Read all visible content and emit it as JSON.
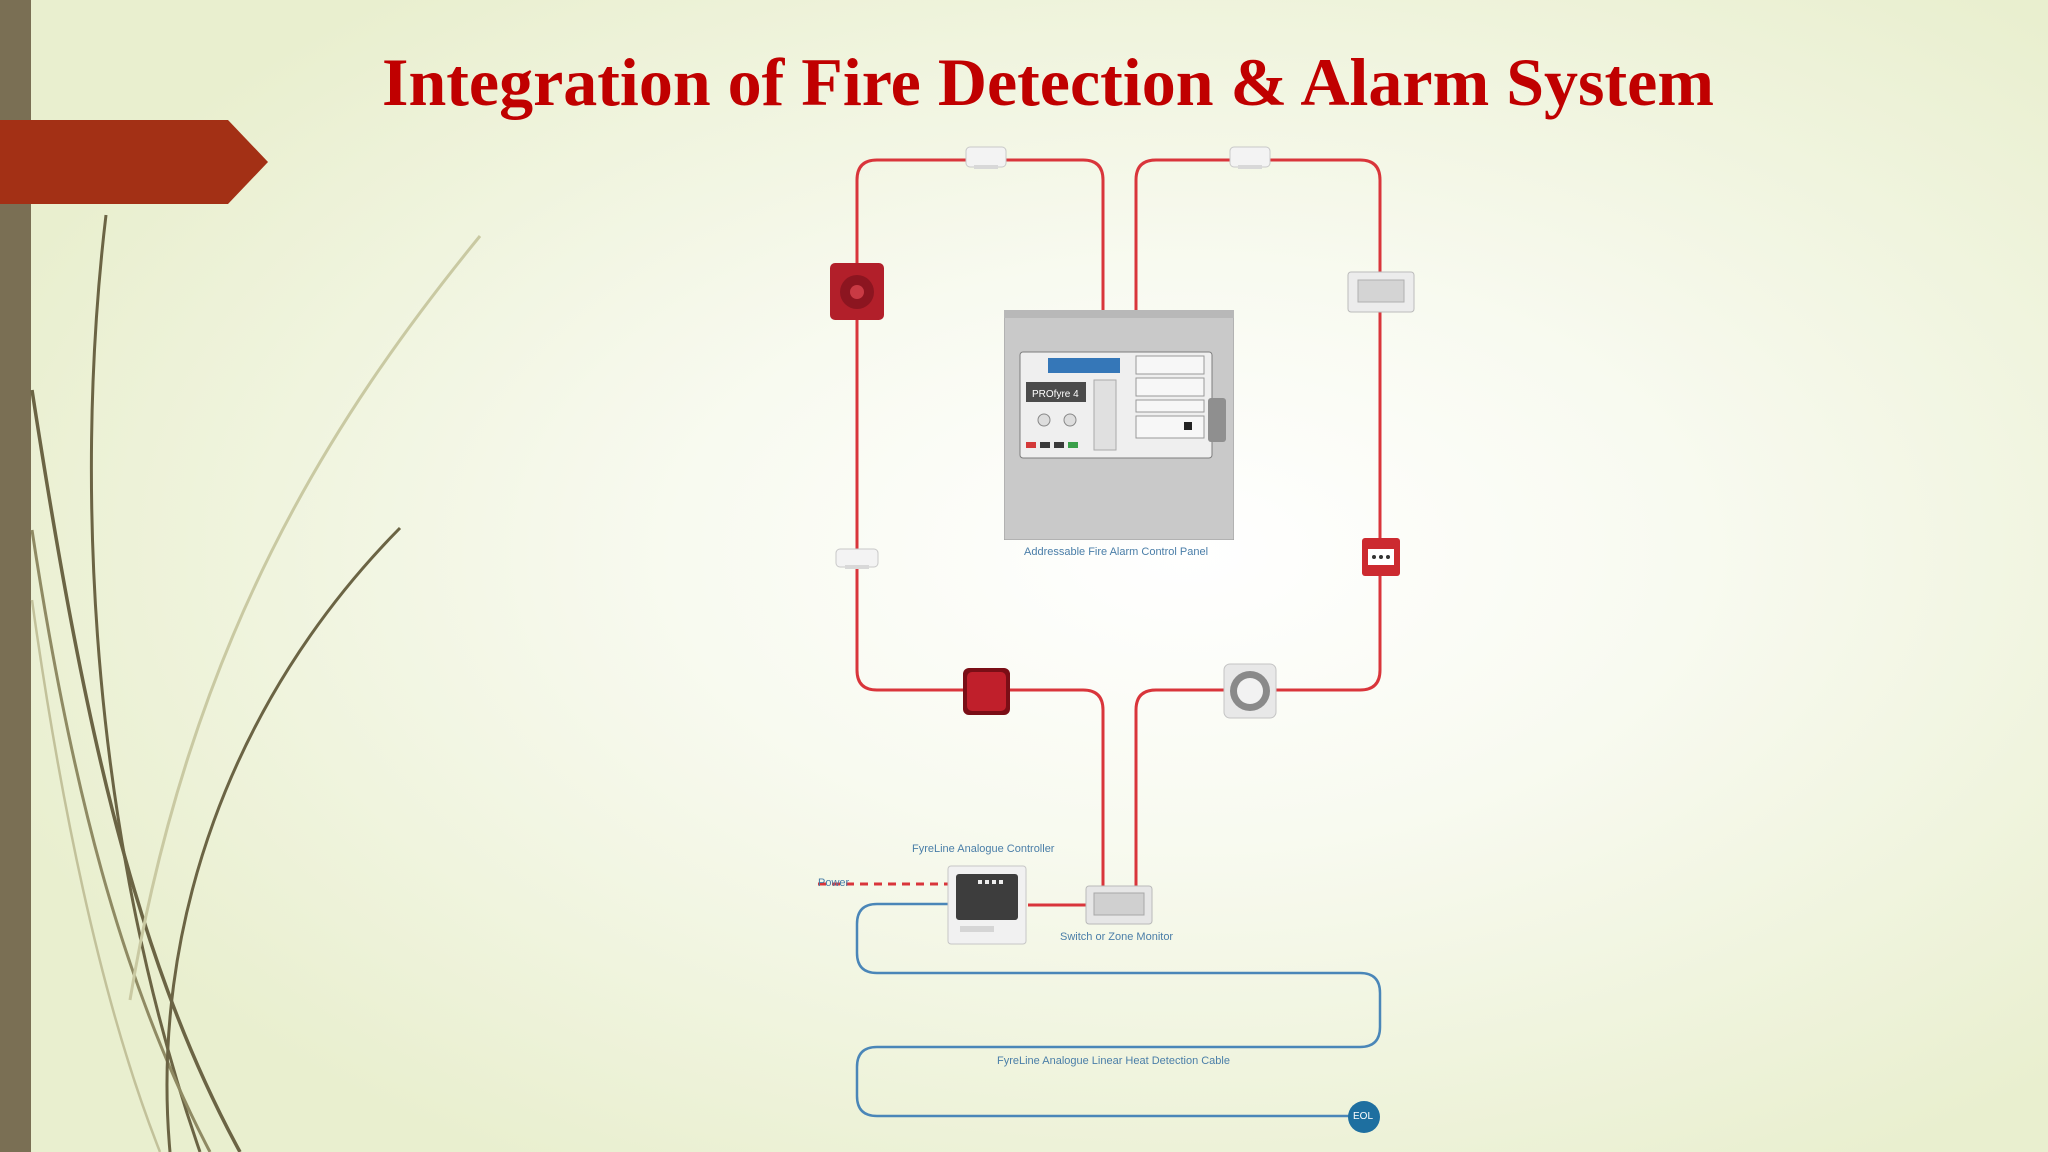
{
  "title": "Integration of Fire Detection & Alarm System",
  "panel": {
    "label": "Addressable Fire Alarm Control Panel",
    "brand": "PROfyre 4"
  },
  "controller_label": "FyreLine Analogue Controller",
  "power_label": "Power",
  "zone_monitor_label": "Switch or Zone Monitor",
  "cable_label": "FyreLine Analogue Linear Heat Detection Cable",
  "eol_label": "EOL",
  "colors": {
    "title": "#c00000",
    "loop_wire": "#d9353b",
    "heat_cable": "#4a86b8",
    "left_bar": "#7a6f54",
    "accent_tab": "#a33015",
    "eol": "#1e6fa0"
  },
  "icons": [
    "smoke-detector-icon",
    "sounder-icon",
    "beacon-icon",
    "manual-call-point-icon",
    "speaker-icon",
    "zone-monitor-icon",
    "controller-icon",
    "control-panel-icon"
  ]
}
